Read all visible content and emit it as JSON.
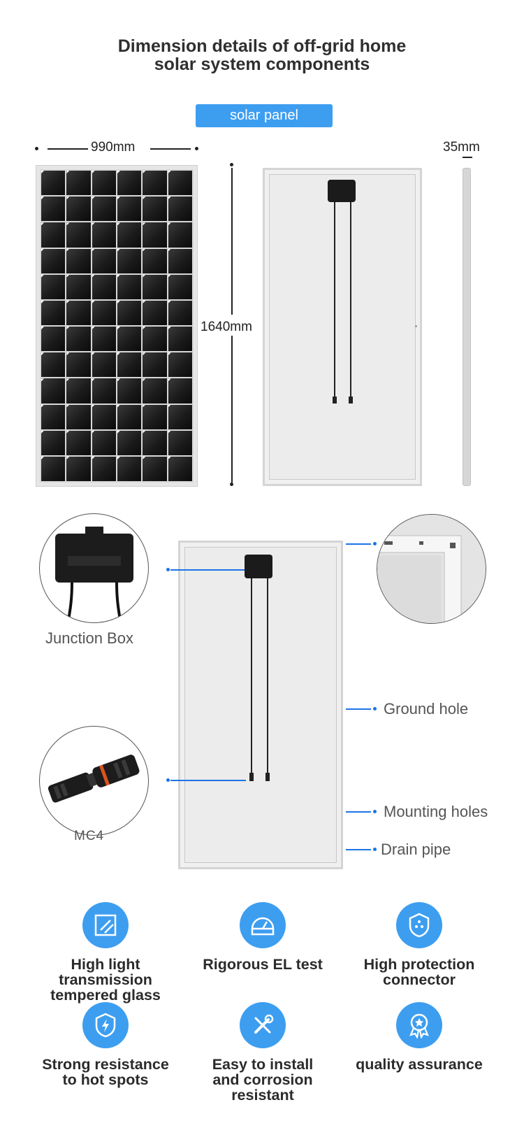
{
  "header": {
    "title_line1": "Dimension details of off-grid home",
    "title_line2": "solar system components"
  },
  "badge": {
    "label": "solar panel"
  },
  "dimensions": {
    "width": "990mm",
    "height": "1640mm",
    "thickness": "35mm"
  },
  "components": {
    "junction_box": "Junction Box",
    "mc4": "MC4",
    "ground_hole": "Ground hole",
    "mounting_holes": "Mounting holes",
    "drain_pipe": "Drain pipe"
  },
  "features": [
    {
      "icon": "tempered-glass-icon",
      "label": "High light\ntransmission\ntempered glass"
    },
    {
      "icon": "el-test-gauge-icon",
      "label": "Rigorous EL test"
    },
    {
      "icon": "shield-connector-icon",
      "label": "High protection\nconnector"
    },
    {
      "icon": "lightning-shield-icon",
      "label": "Strong resistance\nto hot spots"
    },
    {
      "icon": "wrench-screwdriver-icon",
      "label": "Easy to install\nand corrosion\nresistant"
    },
    {
      "icon": "medal-icon",
      "label": "quality assurance"
    }
  ],
  "colors": {
    "accent": "#3d9ef0",
    "callout_blue": "#1e73e8",
    "title": "#2f2f2f"
  }
}
